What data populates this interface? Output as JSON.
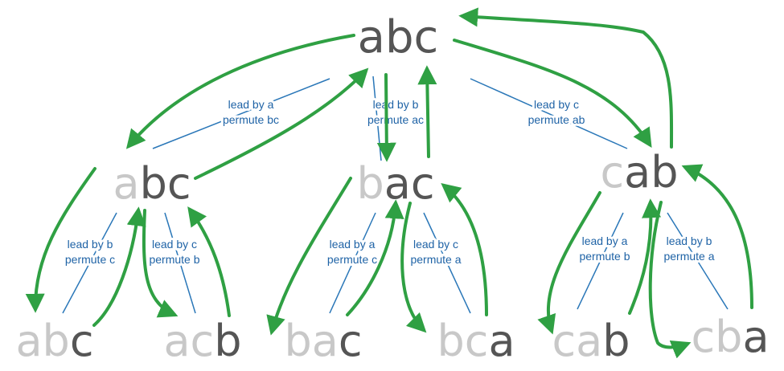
{
  "colors": {
    "fixed_letter": "#555555",
    "faded_letter": "#c8c8c8",
    "edge_line": "#2a77b8",
    "edge_label": "#1f63a6",
    "arrow": "#2fa043"
  },
  "nodes": {
    "root": {
      "fixed": "",
      "rest": "abc"
    },
    "level1": [
      {
        "fixed": "a",
        "rest": "bc"
      },
      {
        "fixed": "b",
        "rest": "ac"
      },
      {
        "fixed": "c",
        "rest": "ab"
      }
    ],
    "leaves": [
      {
        "fixed": "ab",
        "rest": "c"
      },
      {
        "fixed": "ac",
        "rest": "b"
      },
      {
        "fixed": "ba",
        "rest": "c"
      },
      {
        "fixed": "bc",
        "rest": "a"
      },
      {
        "fixed": "ca",
        "rest": "b"
      },
      {
        "fixed": "cb",
        "rest": "a"
      }
    ]
  },
  "edge_labels": {
    "root_to_a": {
      "line1": "lead by a",
      "line2": "permute bc"
    },
    "root_to_b": {
      "line1": "lead by b",
      "line2": "permute ac"
    },
    "root_to_c": {
      "line1": "lead by c",
      "line2": "permute ab"
    },
    "a_to_ab": {
      "line1": "lead by b",
      "line2": "permute c"
    },
    "a_to_ac": {
      "line1": "lead by c",
      "line2": "permute b"
    },
    "b_to_ba": {
      "line1": "lead by a",
      "line2": "permute c"
    },
    "b_to_bc": {
      "line1": "lead by c",
      "line2": "permute a"
    },
    "c_to_ca": {
      "line1": "lead by a",
      "line2": "permute b"
    },
    "c_to_cb": {
      "line1": "lead by b",
      "line2": "permute a"
    }
  }
}
